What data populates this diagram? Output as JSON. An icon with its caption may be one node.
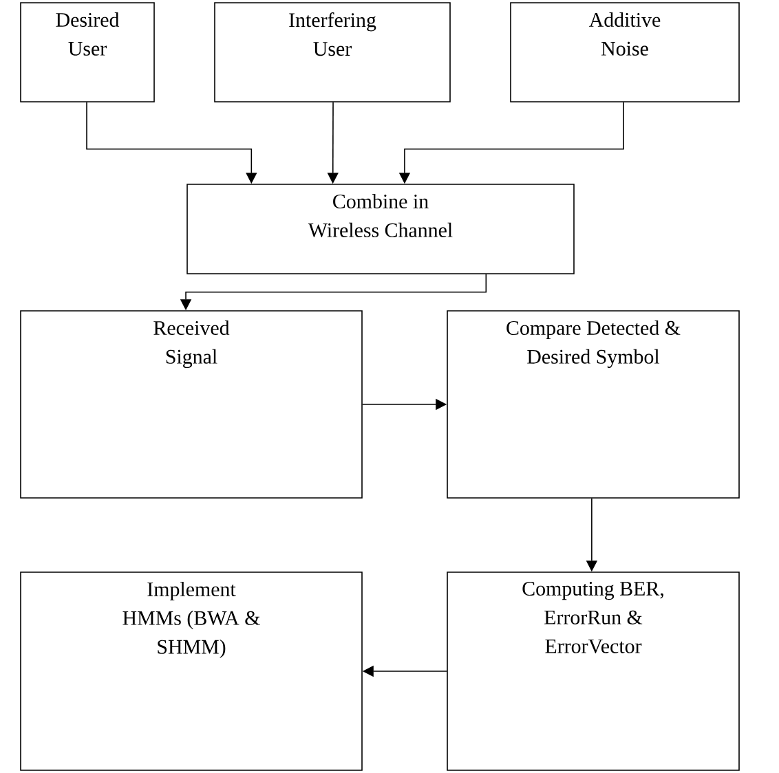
{
  "diagram": {
    "nodes": [
      {
        "text": [
          "Desired User"
        ]
      },
      {
        "text": [
          "Interfering User"
        ]
      },
      {
        "text": [
          "Additive Noise"
        ]
      },
      {
        "text": [
          "Combine in Wireless Channel"
        ]
      },
      {
        "text": [
          "Received Signal"
        ]
      },
      {
        "text": [
          "Compare Detected & Desired Symbol"
        ]
      },
      {
        "text": [
          "Computing BER, ErrorRun & ErrorVector"
        ]
      },
      {
        "text": [
          "Implement HMMs (BWA & SHMM)"
        ]
      }
    ],
    "edges": [
      {
        "from": 0,
        "to": 3,
        "arrow": "to"
      },
      {
        "from": 1,
        "to": 3,
        "arrow": "to"
      },
      {
        "from": 2,
        "to": 3,
        "arrow": "to"
      },
      {
        "from": 3,
        "to": 4,
        "arrow": "to"
      },
      {
        "from": 4,
        "to": 5,
        "arrow": "to"
      },
      {
        "from": 5,
        "to": 6,
        "arrow": "to"
      },
      {
        "from": 6,
        "to": 7,
        "arrow": "to"
      }
    ]
  }
}
